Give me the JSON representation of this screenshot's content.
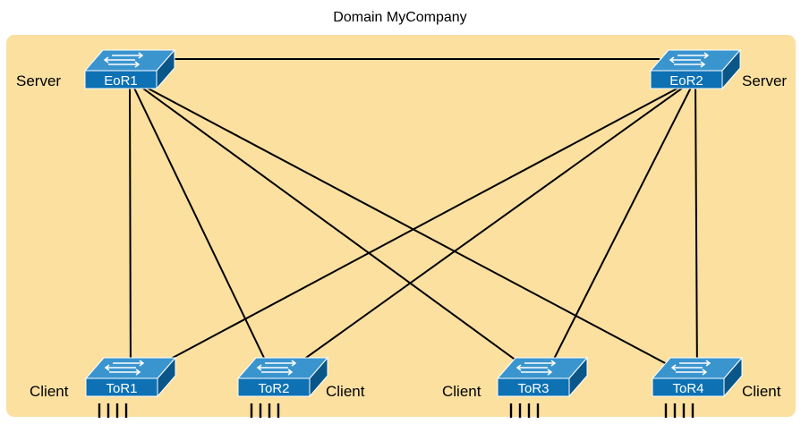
{
  "diagram": {
    "domain_title": "Domain MyCompany",
    "colors": {
      "domain_fill": "#fbe0a0",
      "switch_front": "#0d71b4",
      "switch_top": "#3a95cf",
      "switch_side": "#0a5688",
      "link": "#000000"
    },
    "switches": [
      {
        "id": "eor1",
        "label": "EoR1",
        "role": "Server"
      },
      {
        "id": "eor2",
        "label": "EoR2",
        "role": "Server"
      },
      {
        "id": "tor1",
        "label": "ToR1",
        "role": "Client"
      },
      {
        "id": "tor2",
        "label": "ToR2",
        "role": "Client"
      },
      {
        "id": "tor3",
        "label": "ToR3",
        "role": "Client"
      },
      {
        "id": "tor4",
        "label": "ToR4",
        "role": "Client"
      }
    ],
    "links": [
      [
        "eor1",
        "eor2"
      ],
      [
        "eor1",
        "tor1"
      ],
      [
        "eor1",
        "tor2"
      ],
      [
        "eor1",
        "tor3"
      ],
      [
        "eor1",
        "tor4"
      ],
      [
        "eor2",
        "tor1"
      ],
      [
        "eor2",
        "tor2"
      ],
      [
        "eor2",
        "tor3"
      ],
      [
        "eor2",
        "tor4"
      ]
    ]
  }
}
